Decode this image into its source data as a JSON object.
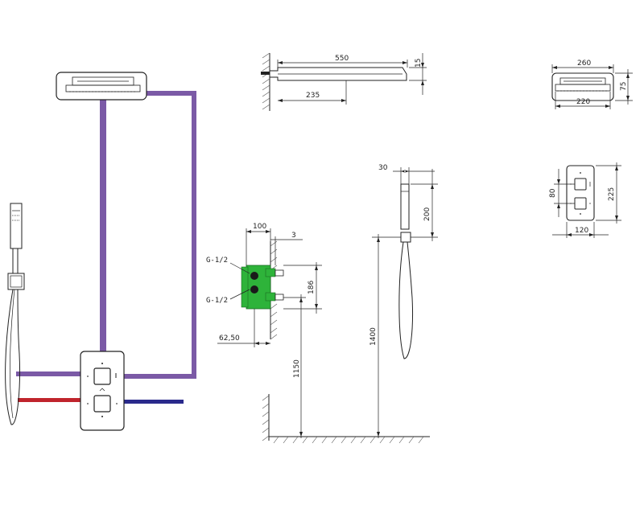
{
  "colors": {
    "purple_pipe": "#7b5aa6",
    "hot_pipe": "#c0242c",
    "cold_pipe": "#2a2a8c",
    "valve_green": "#2eb33a",
    "line": "#222222"
  },
  "dimensions": {
    "overhead_length": "550",
    "overhead_thickness": "15",
    "overhead_arm": "235",
    "top_width": "260",
    "top_depth": "75",
    "top_inner": "220",
    "valve_depth": "100",
    "valve_offset": "3",
    "valve_height": "186",
    "valve_center": "62,50",
    "valve_mount_height": "1150",
    "hand_width": "30",
    "hand_length": "200",
    "hand_mount_height": "1400",
    "plate_knob_spacing": "80",
    "plate_height": "225",
    "plate_width": "120"
  },
  "labels": {
    "inlet_top": "G-1/2",
    "inlet_bottom": "G-1/2"
  }
}
